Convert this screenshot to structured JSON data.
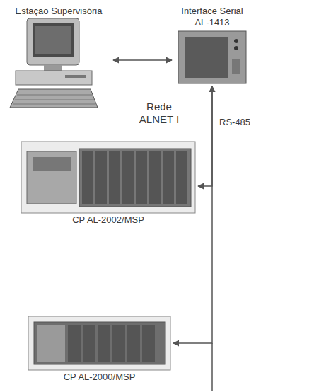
{
  "diagram": {
    "nodes": [
      {
        "text": [
          "Estação Supervisória"
        ]
      },
      {
        "text": [
          "Interface Serial AL-1413"
        ]
      },
      {
        "text": [
          "CP AL-2002/MSP"
        ]
      },
      {
        "text": [
          "CP AL-2000/MSP"
        ]
      }
    ],
    "edges": [
      {
        "from": 0,
        "to": 1,
        "arrow": "both"
      },
      {
        "from": 1,
        "to": 2,
        "arrow": "both"
      },
      {
        "from": 1,
        "to": 3,
        "arrow": "both"
      }
    ],
    "labels": [
      "Rede ALNET I",
      "RS-485"
    ]
  }
}
